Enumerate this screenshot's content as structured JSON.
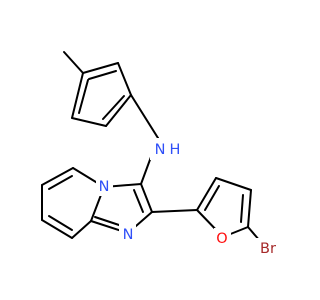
{
  "diagram": {
    "type": "chemical-structure",
    "atom_labels": {
      "amine_n": "N",
      "amine_h": "H",
      "bridgehead_n": "N",
      "imidazole_n": "N",
      "furan_o": "O",
      "bromine": "Br"
    },
    "colors": {
      "carbon_bonds": "#000000",
      "nitrogen": "#3050F8",
      "oxygen": "#FF0D0D",
      "bromine": "#A62929"
    }
  }
}
